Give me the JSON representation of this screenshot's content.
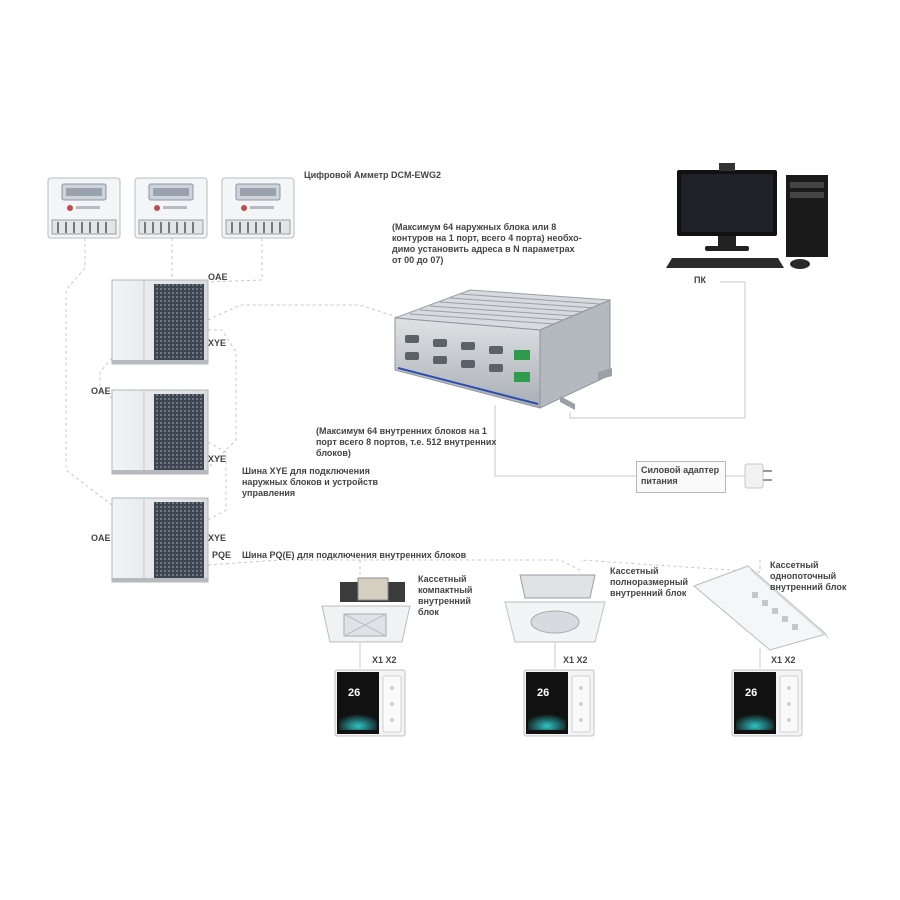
{
  "labels": {
    "ammeter": "Цифровой Амметр DCM-EWG2",
    "pc": "ПК",
    "gateway_outdoor_note": "(Максимум 64 наружных блока или 8 контуров на 1 порт, всего 4 порта) необхо-димо установить адреса в N параметрах от 00 до 07)",
    "gateway_indoor_note": "(Максимум 64 внутренних блоков на 1 порт всего 8 портов, т.е. 512 внутренних блоков)",
    "power_adapter": "Силовой адаптер питания",
    "xye_bus": "Шина XYE для подключения наружных блоков и устройств управления",
    "pqe_bus": "Шина PQ(E) для подключения внутренних блоков",
    "oae": "OAE",
    "xye": "XYE",
    "pqe": "PQE",
    "x1x2": "X1 X2",
    "cassette_compact": "Кассетный компактный внутренний блок",
    "cassette_full": "Кассетный полноразмерный внутренний блок",
    "cassette_single": "Кассетный однопоточный внутренний блок",
    "thermostat_temp": "26"
  },
  "colors": {
    "line": "#c8c8c8",
    "text": "#444444",
    "unit_body": "#e9eaec",
    "fan_grille": "#3d4650",
    "gateway_body": "#c9cdd2",
    "port_green": "#2f9b4c",
    "screen_dark": "#111111",
    "accent_blue": "#2f4fb0"
  }
}
